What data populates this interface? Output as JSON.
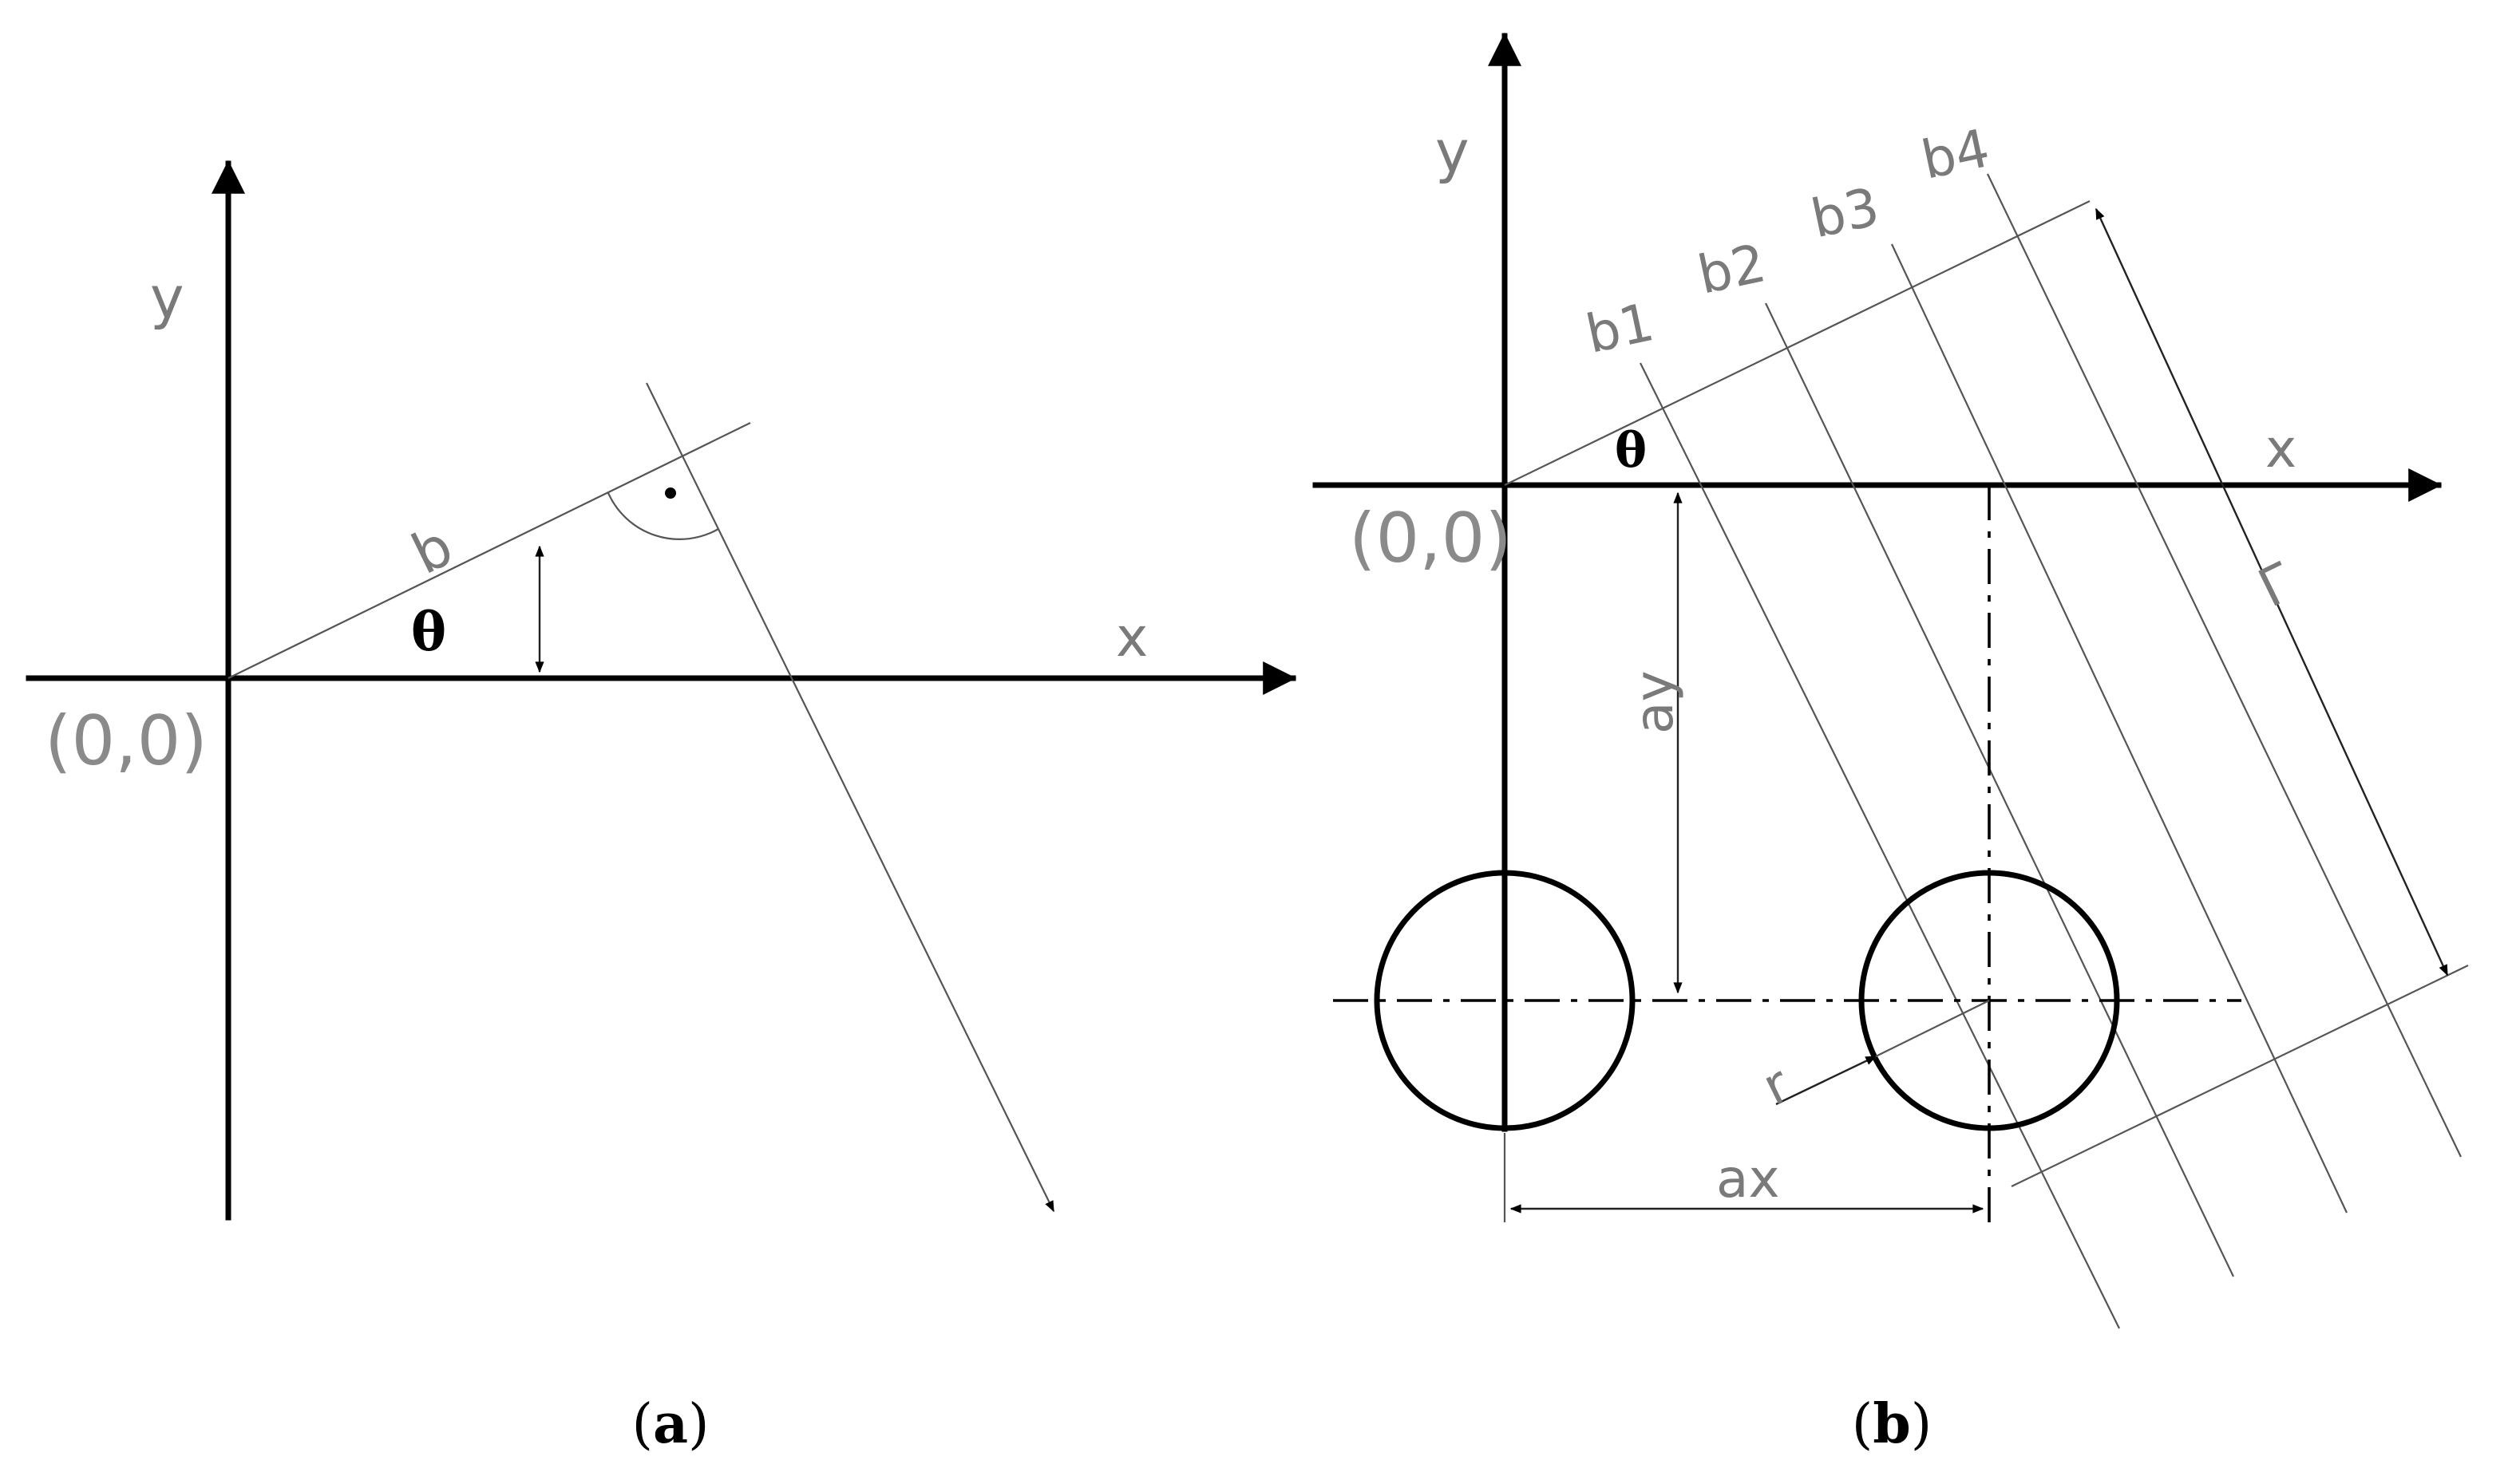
{
  "panel_a": {
    "x_label": "x",
    "y_label": "y",
    "origin_label": "(0,0)",
    "line_label": "b",
    "angle_label": "θ"
  },
  "panel_b": {
    "x_label": "x",
    "y_label": "y",
    "origin_label": "(0,0)",
    "angle_label": "θ",
    "beam_labels": [
      "b1",
      "b2",
      "b3",
      "b4"
    ],
    "dim_ax": "ax",
    "dim_ay": "ay",
    "radius_label": "r",
    "gamma_label": "Γ"
  },
  "captions": {
    "a": {
      "open": "(",
      "letter": "a",
      "close": ")"
    },
    "b": {
      "open": "(",
      "letter": "b",
      "close": ")"
    }
  }
}
